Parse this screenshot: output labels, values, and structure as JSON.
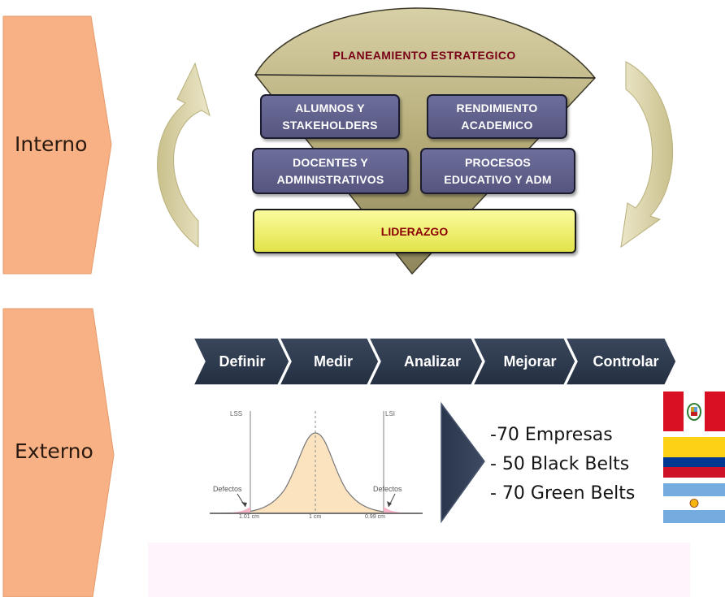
{
  "sides": {
    "internal_label": "Interno",
    "external_label": "Externo"
  },
  "strategy": {
    "title": "PLANEAMIENTO  ESTRATEGICO",
    "boxes": [
      {
        "label": "ALUMNOS Y\nSTAKEHOLDERS"
      },
      {
        "label": "RENDIMIENTO\nACADEMICO"
      },
      {
        "label": "DOCENTES Y\nADMINISTRATIVOS"
      },
      {
        "label": "PROCESOS\nEDUCATIVO  Y ADM"
      }
    ],
    "leadership": "LIDERAZGO"
  },
  "dmaic": {
    "steps": [
      "Definir",
      "Medir",
      "Analizar",
      "Mejorar",
      "Controlar"
    ]
  },
  "distribution": {
    "lss_label": "LSS",
    "lsi_label": "LSI",
    "defects_left": "Defectos",
    "defects_right": "Defectos",
    "tick_left": "1.01 cm",
    "tick_center": "1 cm",
    "tick_right": "0.99 cm"
  },
  "stats": {
    "line1": "-70 Empresas",
    "line2": "- 50 Black Belts",
    "line3": "- 70 Green Belts"
  },
  "flags": [
    "peru-flag",
    "colombia-flag",
    "argentina-flag"
  ],
  "colors": {
    "side_arrow": "#f7b184",
    "box_fill": "#5f5f8c",
    "leadership_fill": "#f2f27a",
    "chevron_fill": "#2e3a4e",
    "cycle_arrow": "#ddd6a8",
    "funnel": "#c2b98a"
  }
}
